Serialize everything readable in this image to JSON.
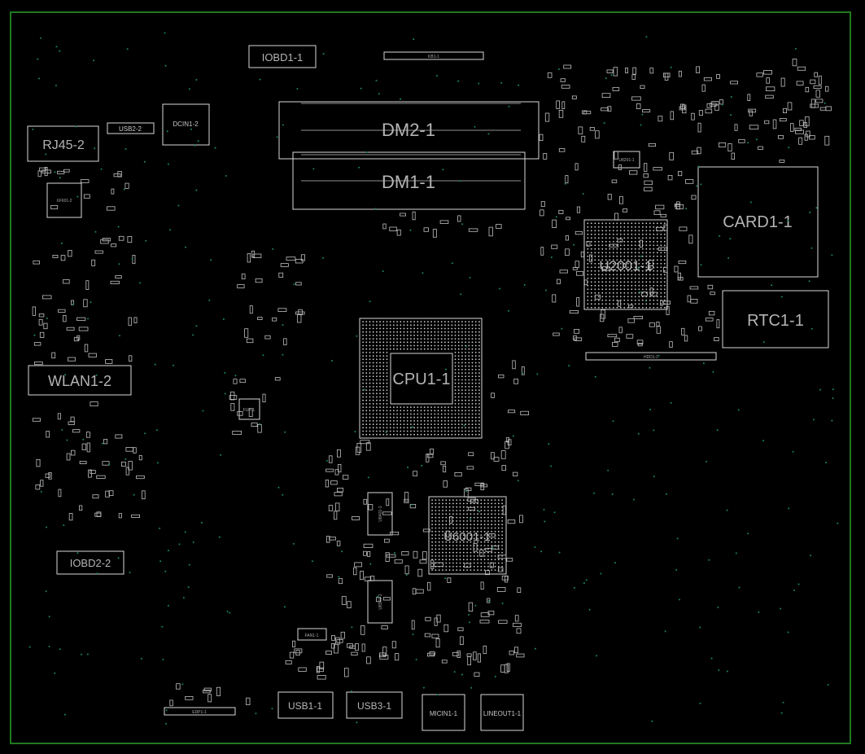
{
  "board": {
    "outline_color": "#1f7a1f",
    "background": "#000000",
    "trace_color": "#d8d8d8",
    "via_color": "#1a8a5a"
  },
  "components": {
    "iobd1": "IOBD1-1",
    "dm2": "DM2-1",
    "dm1": "DM1-1",
    "rj45": "RJ45-2",
    "usb2": "USB2-2",
    "dcin1": "DCIN1-2",
    "xf601": "XF601-2",
    "wlan1": "WLAN1-2",
    "iobd2": "IOBD2-2",
    "cpu": "CPU1-1",
    "u2001": "U2001-1",
    "card1": "CARD1-1",
    "rtc1": "RTC1-1",
    "u6001": "U6001-1",
    "u8401": "U8401-1",
    "u8301": "U8301-1",
    "fan1": "FAN1-1",
    "usb1": "USB1-1",
    "usb3": "USB3-1",
    "micin1": "MICIN1-1",
    "lineout1": "LINEOUT1-1",
    "fuk": "FUK-1",
    "u8201": "U8201-1",
    "hdd1": "HDD1-1",
    "edp1": "EDP1-1",
    "kb1": "KB1-1"
  }
}
